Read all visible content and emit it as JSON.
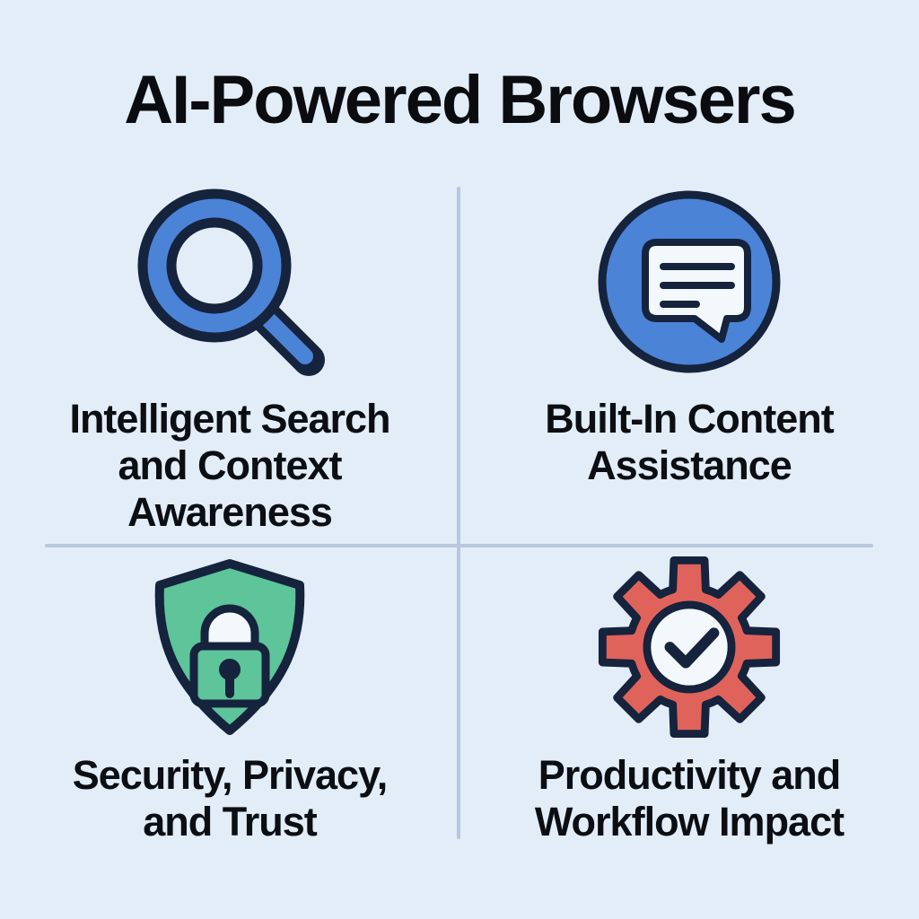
{
  "title": "AI-Powered Browsers",
  "palette": {
    "background": "#e3edf7",
    "outline_navy": "#15233d",
    "accent_blue": "#4b83d7",
    "accent_green": "#5ec49a",
    "accent_red": "#e0635b",
    "icon_white": "#f3f8fd",
    "divider": "#b9c7dd",
    "text": "#0b0e13"
  },
  "quadrants": [
    {
      "id": "intelligent-search",
      "icon": "magnifier-search-icon",
      "label": "Intelligent Search\nand Context\nAwareness"
    },
    {
      "id": "content-assistance",
      "icon": "chat-bubble-icon",
      "label": "Built-In Content\nAssistance"
    },
    {
      "id": "security-privacy",
      "icon": "shield-lock-icon",
      "label": "Security, Privacy,\nand Trust"
    },
    {
      "id": "productivity-impact",
      "icon": "gear-check-icon",
      "label": "Productivity and\nWorkflow Impact"
    }
  ]
}
